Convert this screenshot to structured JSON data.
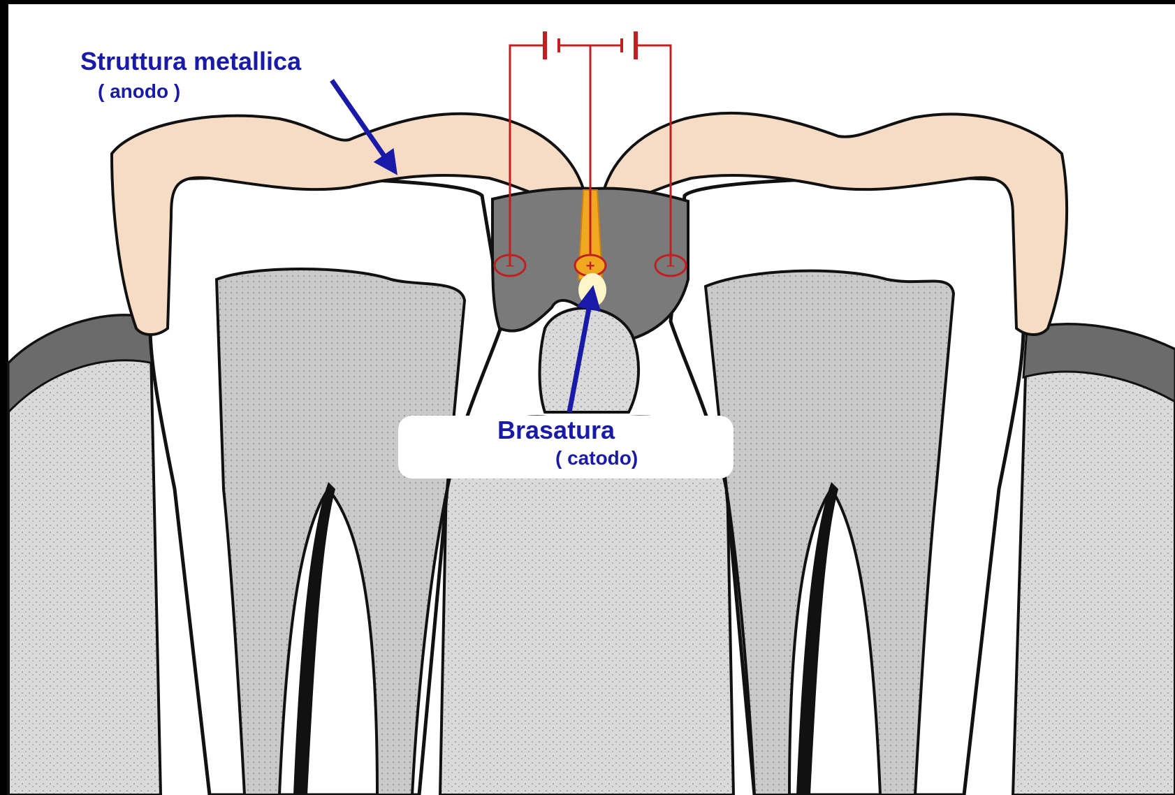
{
  "labels": {
    "anode_title": "Struttura metallica",
    "anode_sub": "( anodo )",
    "cathode_title": "Brasatura",
    "cathode_sub": "( catodo)"
  },
  "symbols": {
    "negative": "−",
    "positive": "+"
  },
  "colors": {
    "background": "#000000",
    "paper": "#ffffff",
    "crown": "#f6dcc5",
    "solder_dark": "#7a7a7a",
    "bone": "#cfcfcf",
    "wire": "#c02020",
    "label_blue": "#1a1aa8"
  }
}
